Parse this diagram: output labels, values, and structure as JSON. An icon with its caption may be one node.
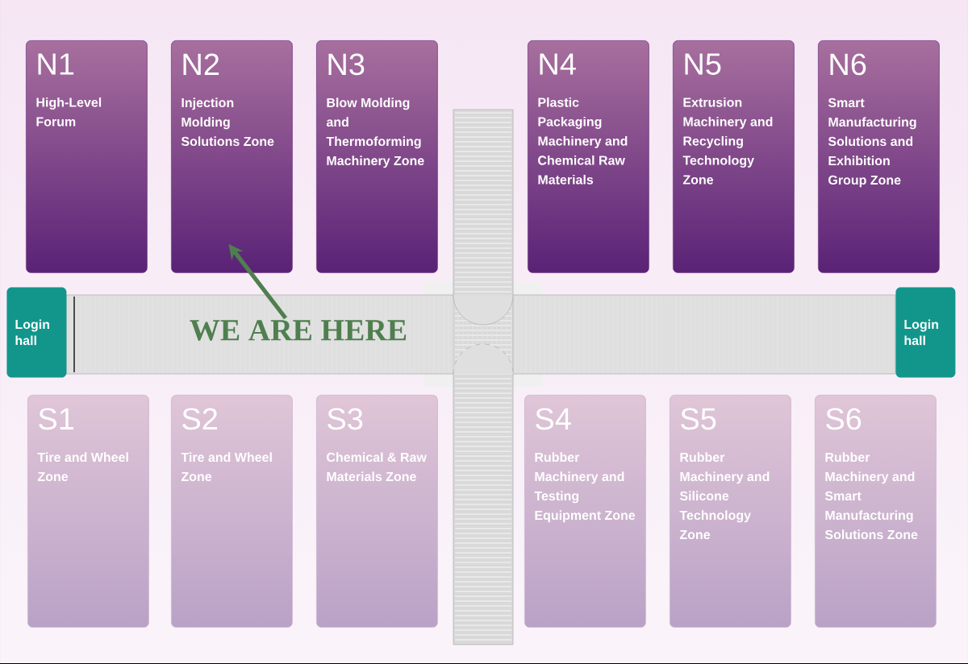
{
  "diagram": {
    "nodes": [
      {
        "text": [
          "N1",
          "High-Level Forum"
        ]
      },
      {
        "text": [
          "N2",
          "Injection Molding Solutions Zone"
        ]
      },
      {
        "text": [
          "N3",
          "Blow Molding and Thermoforming Machinery Zone"
        ]
      },
      {
        "text": [
          "N4",
          "Plastic Packaging Machinery and Chemical Raw Materials"
        ]
      },
      {
        "text": [
          "N5",
          "Extrusion Machinery and Recycling Technology Zone"
        ]
      },
      {
        "text": [
          "N6",
          "Smart Manufacturing Solutions and Exhibition Group Zone"
        ]
      },
      {
        "text": [
          "Login hall"
        ]
      },
      {
        "text": [
          "WE ARE HERE"
        ]
      },
      {
        "text": [
          "Login hall"
        ]
      },
      {
        "text": [
          "S1",
          "Tire and Wheel Zone"
        ]
      },
      {
        "text": [
          "S2",
          "Tire and Wheel Zone"
        ]
      },
      {
        "text": [
          "S3",
          "Chemical & Raw Materials Zone"
        ]
      },
      {
        "text": [
          "S4",
          "Rubber Machinery and Testing Equipment Zone"
        ]
      },
      {
        "text": [
          "S5",
          "Rubber Machinery and Silicone Technology Zone"
        ]
      },
      {
        "text": [
          "S6",
          "Rubber Machinery and Smart Manufacturing Solutions Zone"
        ]
      }
    ],
    "edges": [
      {
        "from": 7,
        "to": 1,
        "arrow": "to",
        "color": "#4f7f4f"
      }
    ]
  }
}
